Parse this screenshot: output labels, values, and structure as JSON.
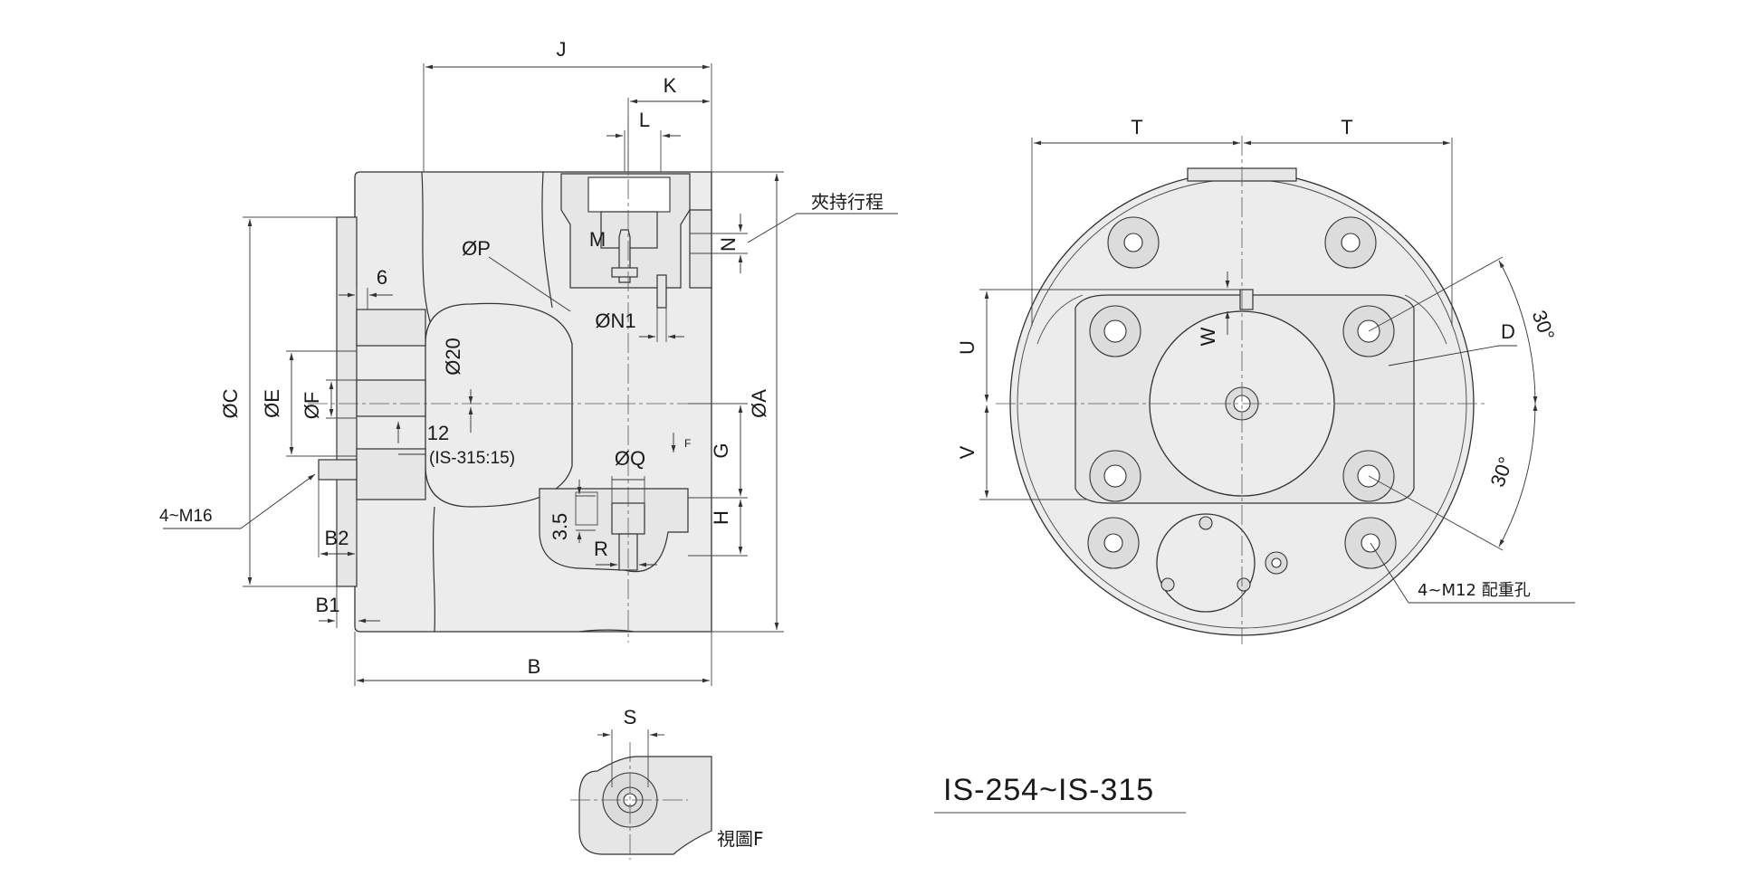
{
  "labels": {
    "J": "J",
    "K": "K",
    "L": "L",
    "M": "M",
    "N": "N",
    "clamp_stroke": "夾持行程",
    "P": "ØP",
    "N1": "ØN1",
    "six": "6",
    "phi20": "Ø20",
    "C": "ØC",
    "E": "ØE",
    "F": "ØF",
    "A": "ØA",
    "twelve": "12",
    "is315": "(IS-315:15)",
    "Q": "ØQ",
    "G": "G",
    "H": "H",
    "three5": "3.5",
    "R": "R",
    "m16": "4~M16",
    "B2": "B2",
    "B1": "B1",
    "B": "B",
    "view_f_arrow": "F",
    "T_left": "T",
    "T_right": "T",
    "U": "U",
    "V": "V",
    "W": "W",
    "D": "D",
    "angle_top": "30°",
    "angle_bottom": "30°",
    "m12": "4~M12 配重孔",
    "S": "S",
    "view_f": "視圖F",
    "model": "IS-254~IS-315"
  }
}
